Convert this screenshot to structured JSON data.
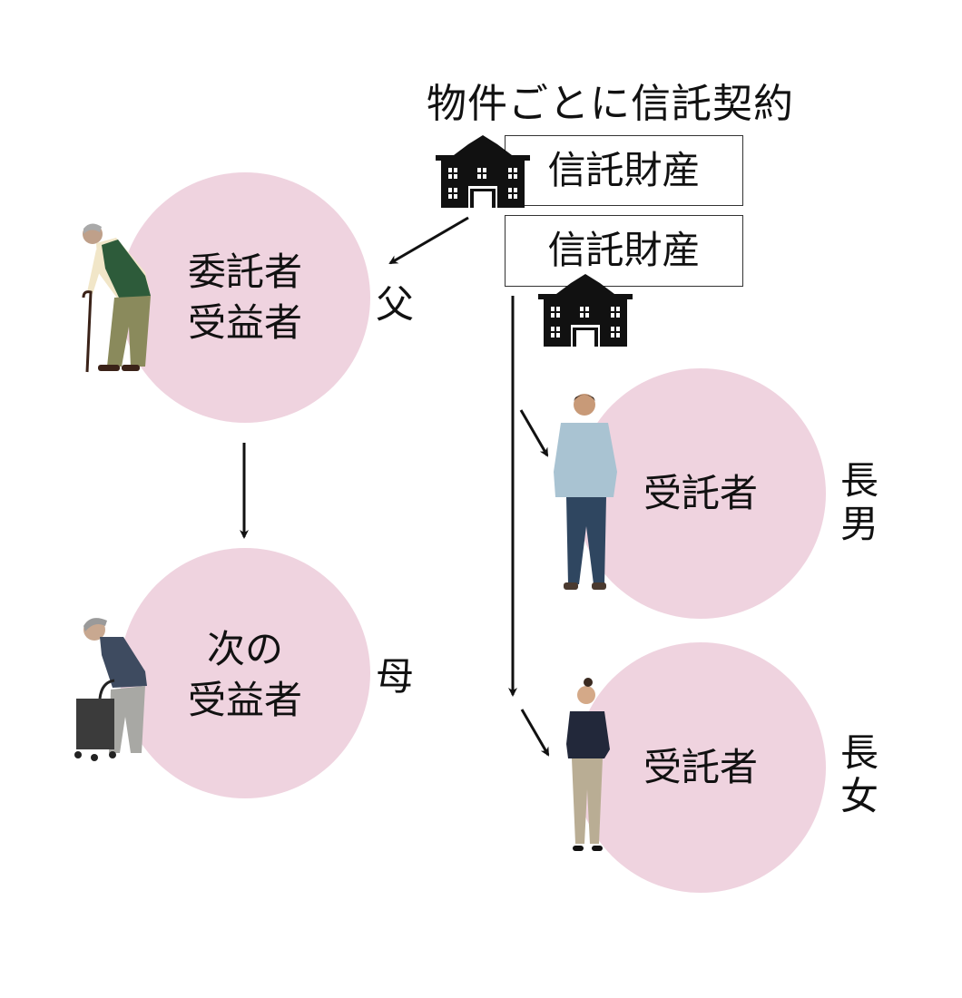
{
  "title": "物件ごとに信託契約",
  "property_boxes": [
    {
      "label": "信託財産",
      "icon": "building-icon"
    },
    {
      "label": "信託財産",
      "icon": "building-icon"
    }
  ],
  "nodes": {
    "settlor": {
      "lines": [
        "委託者",
        "受益者"
      ],
      "relation": "父",
      "person": "elderly-man-with-cane"
    },
    "next_beneficiary": {
      "lines": [
        "次の",
        "受益者"
      ],
      "relation": "母",
      "person": "elderly-woman-with-walker-cart"
    },
    "trustee_son": {
      "lines": [
        "受託者"
      ],
      "relation": [
        "長",
        "男"
      ],
      "person": "young-man"
    },
    "trustee_daughter": {
      "lines": [
        "受託者"
      ],
      "relation": [
        "長",
        "女"
      ],
      "person": "young-woman"
    }
  },
  "colors": {
    "circle": "#efd3df",
    "line": "#111111"
  }
}
